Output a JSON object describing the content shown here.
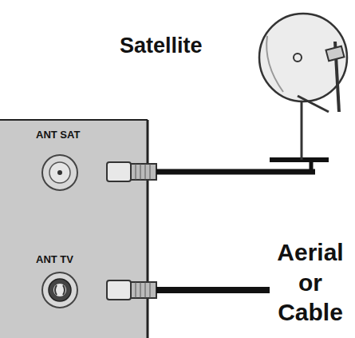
{
  "diagram": {
    "labels": [
      "Satellite",
      "ANT SAT",
      "ANT TV",
      "Aerial or Cable"
    ]
  }
}
